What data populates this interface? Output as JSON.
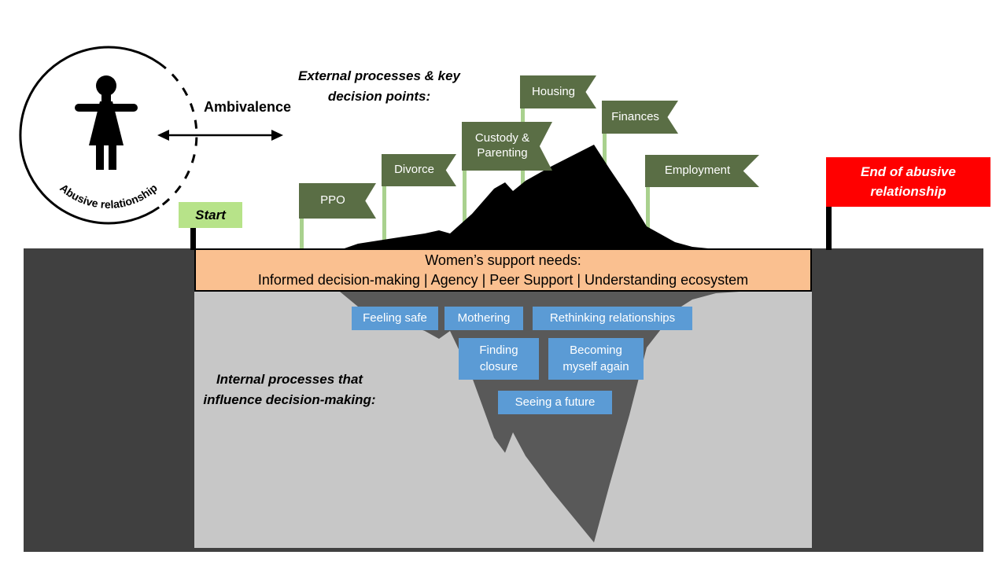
{
  "external": {
    "title": "External processes & key decision points:"
  },
  "journey": {
    "ambivalence_label": "Ambivalence",
    "circle_label": "Abusive relationship",
    "start_label": "Start",
    "end_label": "End of abusive relationship"
  },
  "flags": [
    {
      "label": "PPO"
    },
    {
      "label": "Divorce"
    },
    {
      "label": "Custody & Parenting"
    },
    {
      "label": "Housing"
    },
    {
      "label": "Finances"
    },
    {
      "label": "Employment"
    }
  ],
  "support_banner": {
    "line1": "Women’s support needs:",
    "line2": "Informed decision-making | Agency | Peer Support | Understanding ecosystem"
  },
  "internal": {
    "title": "Internal processes that influence decision-making:",
    "boxes": [
      {
        "label": "Feeling safe"
      },
      {
        "label": "Mothering"
      },
      {
        "label": "Rethinking relationships"
      },
      {
        "label": "Finding closure"
      },
      {
        "label": "Becoming myself again"
      },
      {
        "label": "Seeing a future"
      }
    ]
  },
  "colors": {
    "flag_green": "#5a6e45",
    "pole_green": "#a9d18e",
    "start_green": "#b7e389",
    "banner_orange": "#fac090",
    "box_blue": "#5b9bd5",
    "end_red": "#ff0000",
    "dark_gray": "#404040",
    "light_gray": "#c7c7c7",
    "reflection_gray": "#595959",
    "mountain_black": "#000000"
  }
}
